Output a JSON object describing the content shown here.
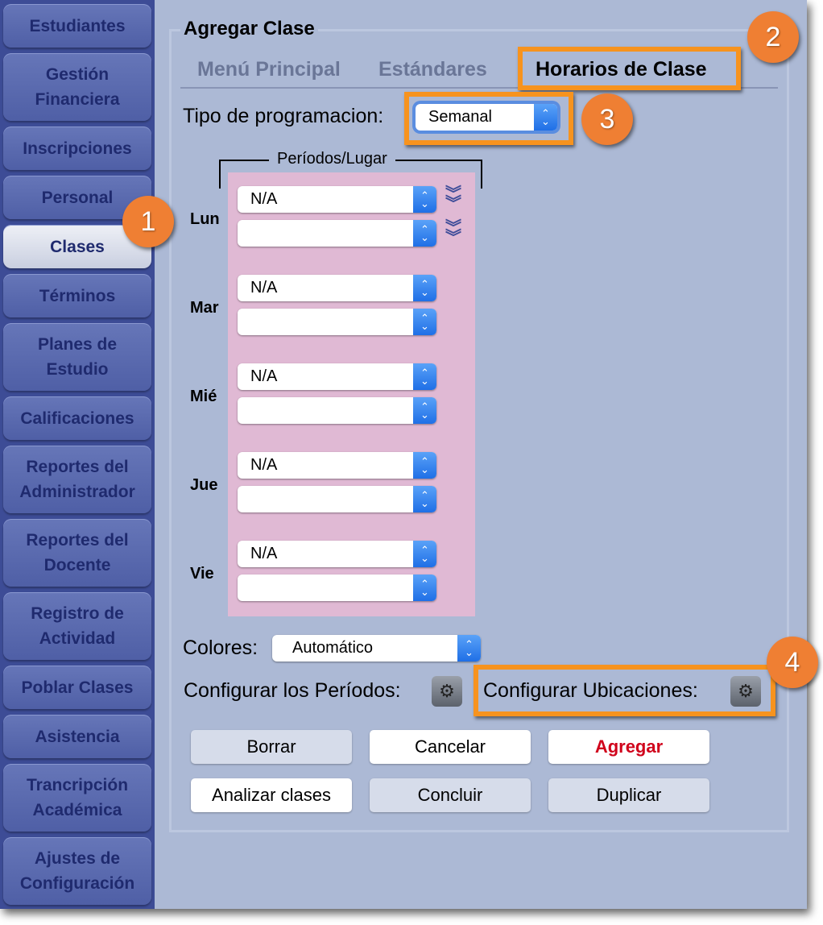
{
  "sidebar": {
    "items": [
      "Estudiantes",
      "Gestión Financiera",
      "Inscripciones",
      "Personal",
      "Clases",
      "Términos",
      "Planes de Estudio",
      "Calificaciones",
      "Reportes del Administrador",
      "Reportes del Docente",
      "Registro de Actividad",
      "Poblar Clases",
      "Asistencia",
      "Trancripción Académica",
      "Ajustes de Configuración"
    ],
    "selected": "Clases"
  },
  "panel": {
    "title": "Agregar Clase"
  },
  "tabs": [
    "Menú Principal",
    "Estándares",
    "Horarios de Clase"
  ],
  "schedule": {
    "type_label": "Tipo de programacion:",
    "type_value": "Semanal",
    "group_label": "Períodos/Lugar",
    "days": [
      {
        "label": "Lun",
        "first": "N/A",
        "second": ""
      },
      {
        "label": "Mar",
        "first": "N/A",
        "second": ""
      },
      {
        "label": "Mié",
        "first": "N/A",
        "second": ""
      },
      {
        "label": "Jue",
        "first": "N/A",
        "second": ""
      },
      {
        "label": "Vie",
        "first": "N/A",
        "second": ""
      }
    ]
  },
  "colors": {
    "label": "Colores:",
    "value": "Automático"
  },
  "config": {
    "periods": "Configurar los Períodos:",
    "locations": "Configurar Ubicaciones:"
  },
  "buttons": [
    "Borrar",
    "Cancelar",
    "Agregar",
    "Analizar clases",
    "Concluir",
    "Duplicar"
  ],
  "badges": [
    "1",
    "2",
    "3",
    "4"
  ],
  "accent": "#f7931e"
}
